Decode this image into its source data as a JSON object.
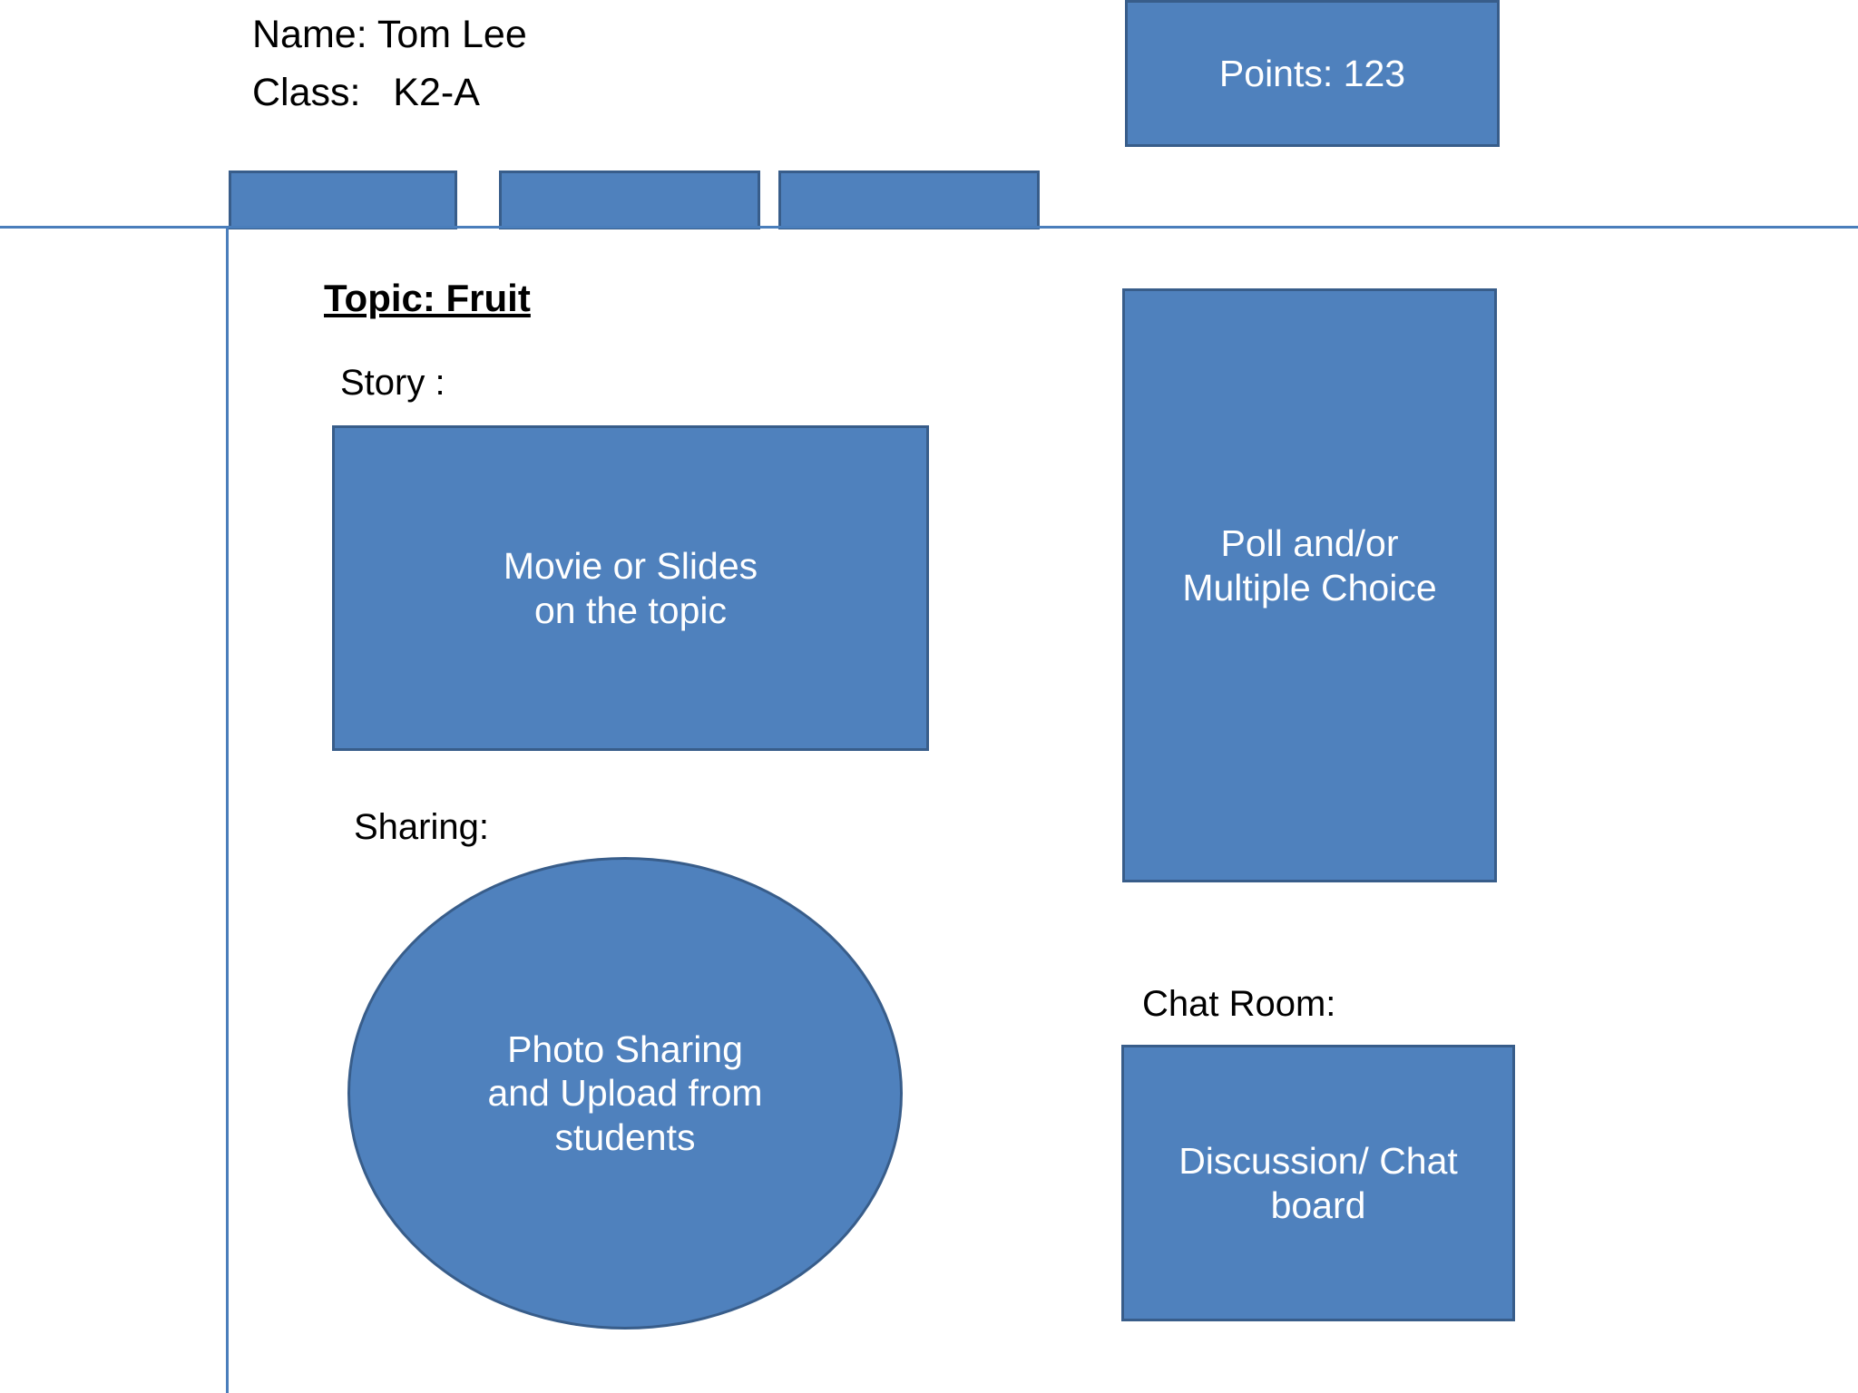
{
  "colors": {
    "shape_fill": "#4F81BD",
    "shape_border": "#385D8A",
    "rule": "#4A7EBB",
    "shape_text": "#FFFFFF",
    "body_text": "#000000",
    "background": "#FFFFFF"
  },
  "header": {
    "name_line": "Name: Tom Lee",
    "class_line": "Class:   K2-A",
    "points_badge": "Points:  123"
  },
  "tabs": [
    {
      "id": "tab-1",
      "label": ""
    },
    {
      "id": "tab-2",
      "label": ""
    },
    {
      "id": "tab-3",
      "label": ""
    }
  ],
  "main": {
    "topic_heading": "Topic: Fruit",
    "left_column": {
      "story_label": "Story :",
      "story_box_text": "Movie or Slides\non the topic",
      "sharing_label": "Sharing:",
      "sharing_ellipse_text": "Photo  Sharing\nand Upload from\nstudents"
    },
    "right_column": {
      "poll_box_text": "Poll and/or\nMultiple Choice",
      "chatroom_label": "Chat Room:",
      "chat_box_text": "Discussion/ Chat\nboard"
    }
  }
}
